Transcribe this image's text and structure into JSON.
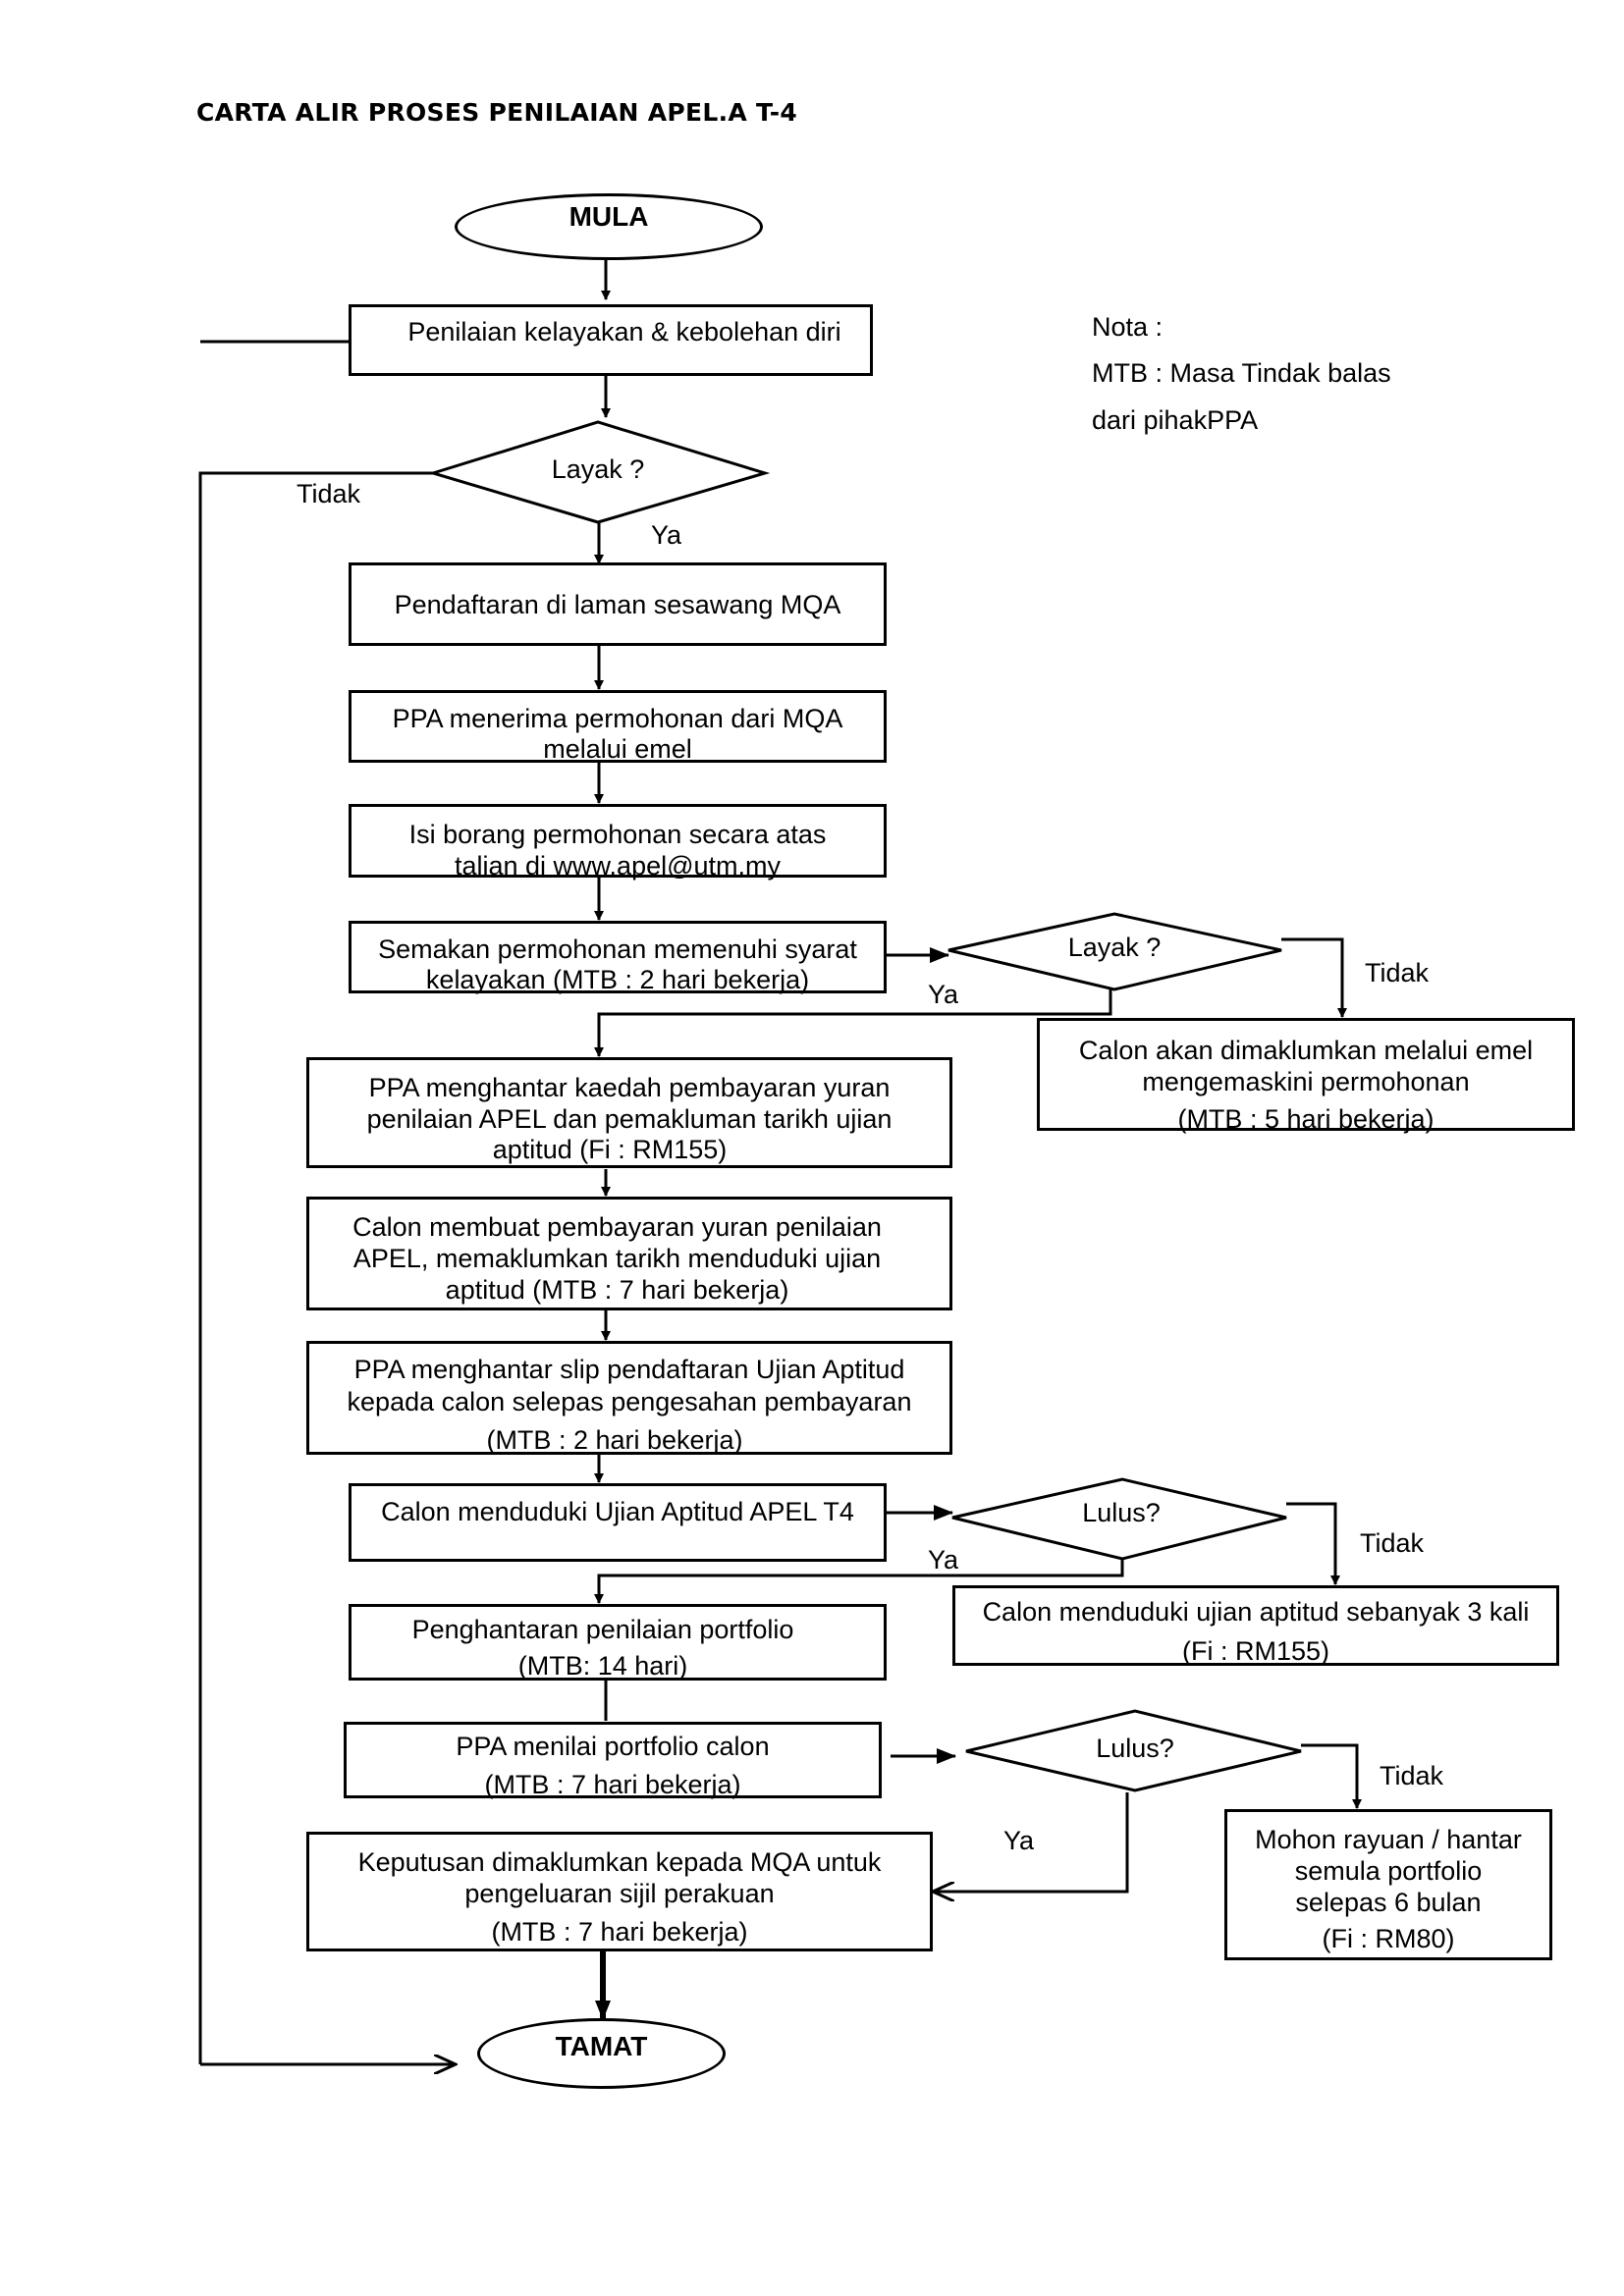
{
  "title": "CARTA ALIR PROSES PENILAIAN APEL.A T-4",
  "terminals": {
    "start": "MULA",
    "end": "TAMAT"
  },
  "note": {
    "heading": "Nota :",
    "line1": "MTB : Masa Tindak balas",
    "line2": "dari pihakPPA"
  },
  "steps": {
    "s1": {
      "lines": [
        "Penilaian kelayakan & kebolehan diri"
      ]
    },
    "s2": {
      "lines": [
        "Pendaftaran di laman sesawang MQA"
      ]
    },
    "s3": {
      "lines": [
        "PPA menerima permohonan dari MQA",
        "melalui emel"
      ]
    },
    "s4": {
      "lines": [
        "Isi borang permohonan secara atas",
        "talian di www.apel@utm.my"
      ]
    },
    "s5": {
      "lines": [
        "Semakan permohonan memenuhi syarat",
        "kelayakan (MTB : 2 hari bekerja)"
      ]
    },
    "s6": {
      "lines": [
        "PPA menghantar kaedah pembayaran yuran",
        "penilaian APEL dan pemakluman tarikh ujian",
        "aptitud (Fi : RM155)"
      ]
    },
    "s7": {
      "lines": [
        "Calon membuat pembayaran yuran penilaian",
        "APEL, memaklumkan tarikh menduduki ujian",
        "aptitud  (MTB : 7 hari bekerja)"
      ]
    },
    "s8": {
      "lines": [
        "PPA menghantar slip pendaftaran Ujian Aptitud",
        "kepada calon selepas pengesahan pembayaran",
        "(MTB : 2 hari bekerja)"
      ]
    },
    "s9": {
      "lines": [
        "Calon menduduki Ujian Aptitud APEL T4"
      ]
    },
    "s10": {
      "lines": [
        "Penghantaran penilaian portfolio",
        "(MTB: 14 hari)"
      ]
    },
    "s11": {
      "lines": [
        "PPA menilai portfolio calon",
        "(MTB : 7 hari bekerja)"
      ]
    },
    "s12": {
      "lines": [
        "Keputusan dimaklumkan kepada MQA untuk",
        "pengeluaran sijil perakuan",
        "(MTB : 7 hari bekerja)"
      ]
    },
    "r1": {
      "lines": [
        "Calon akan dimaklumkan melalui emel",
        "mengemaskini permohonan",
        "(MTB : 5 hari bekerja)"
      ]
    },
    "r2": {
      "lines": [
        "Calon menduduki ujian aptitud sebanyak 3 kali",
        "(Fi : RM155)"
      ]
    },
    "r3": {
      "lines": [
        "Mohon rayuan / hantar",
        "semula portfolio",
        "selepas 6 bulan",
        "(Fi : RM80)"
      ]
    }
  },
  "decisions": {
    "d1": "Layak ?",
    "d2": "Layak ?",
    "d3": "Lulus?",
    "d4": "Lulus?"
  },
  "labels": {
    "yes": "Ya",
    "no": "Tidak"
  }
}
